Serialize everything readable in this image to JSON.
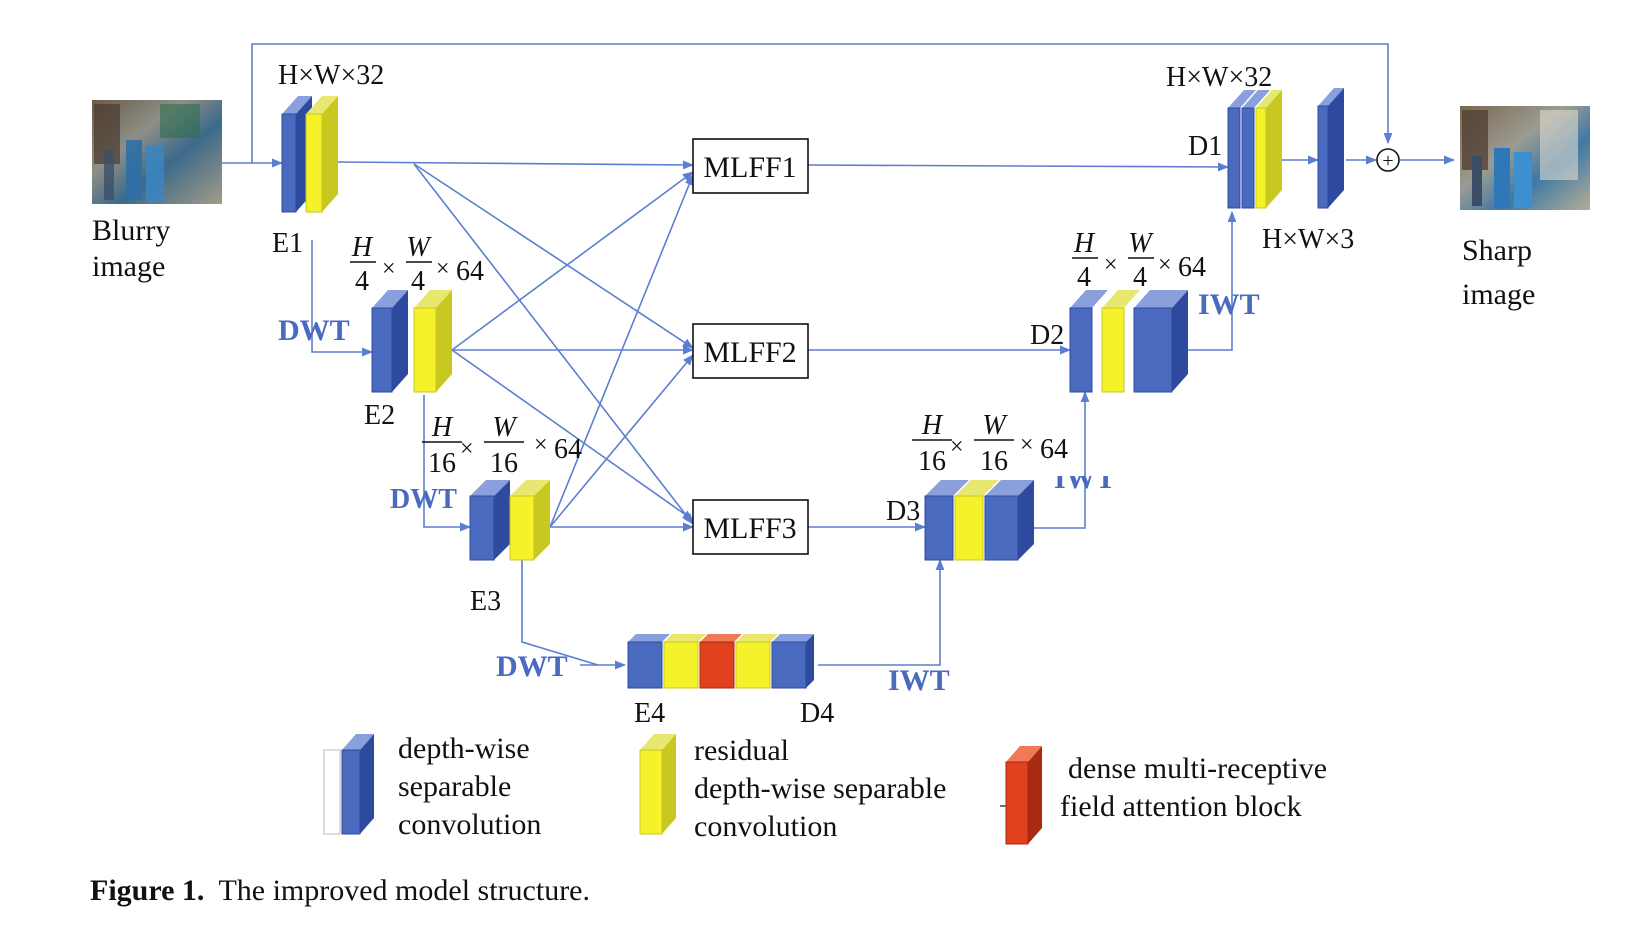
{
  "colors": {
    "blue_block": "#4a6ac0",
    "yellow_block": "#f5f22c",
    "red_block": "#e0401c",
    "arrow": "#5b7fd0",
    "blue_text": "#4a6ac0"
  },
  "input": {
    "label_line1": "Blurry",
    "label_line2": "image"
  },
  "output": {
    "label_line1": "Sharp",
    "label_line2": "image"
  },
  "encoder": {
    "e1": {
      "name": "E1",
      "dims": "H×W×32"
    },
    "e2": {
      "name": "E2",
      "h": "H",
      "h_den": "4",
      "w": "W",
      "w_den": "4",
      "ch": "64"
    },
    "e3": {
      "name": "E3",
      "h": "H",
      "h_den": "16",
      "w": "W",
      "w_den": "16",
      "ch": "64"
    },
    "e4": {
      "name": "E4"
    }
  },
  "decoder": {
    "d1": {
      "name": "D1",
      "dims": "H×W×32",
      "out_dims": "H×W×3"
    },
    "d2": {
      "name": "D2",
      "h": "H",
      "h_den": "4",
      "w": "W",
      "w_den": "4",
      "ch": "64"
    },
    "d3": {
      "name": "D3",
      "h": "H",
      "h_den": "16",
      "w": "W",
      "w_den": "16",
      "ch": "64"
    },
    "d4": {
      "name": "D4"
    }
  },
  "transforms": {
    "dwt": "DWT",
    "iwt": "IWT",
    "iwt_partial": "IWT"
  },
  "mlff": [
    "MLFF1",
    "MLFF2",
    "MLFF3"
  ],
  "operators": {
    "x": "×",
    "add": "+"
  },
  "legend": {
    "dwsc": [
      "depth-wise",
      "separable",
      "convolution"
    ],
    "rdwsc": [
      "residual",
      "depth-wise  separable",
      "convolution"
    ],
    "dmrfa": [
      "dense multi-receptive",
      "field attention block"
    ]
  },
  "caption": {
    "prefix": "Figure 1.",
    "text": "The improved model structure."
  }
}
